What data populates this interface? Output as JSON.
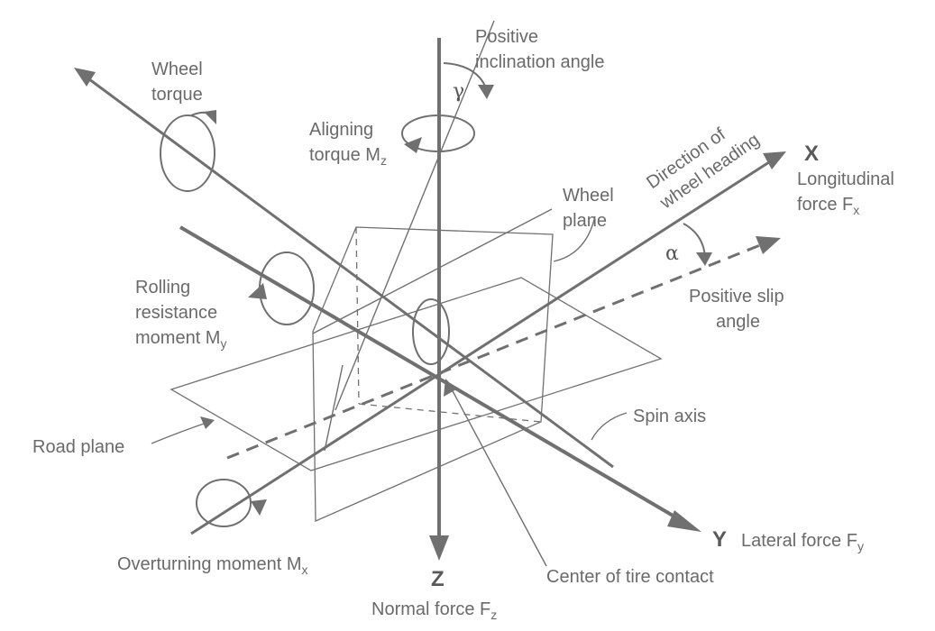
{
  "labels": {
    "positive_inclination": [
      "Positive",
      "inclination angle"
    ],
    "wheel_torque": [
      "Wheel",
      "torque"
    ],
    "aligning_torque": [
      "Aligning",
      "torque M"
    ],
    "aligning_sub": "z",
    "direction_heading": [
      "Direction of",
      "wheel heading"
    ],
    "longitudinal_force": [
      "Longitudinal",
      "force F"
    ],
    "longitudinal_sub": "x",
    "wheel_plane": [
      "Wheel",
      "plane"
    ],
    "rolling_resistance": [
      "Rolling",
      "resistance",
      "moment M"
    ],
    "rolling_sub": "y",
    "positive_slip": [
      "Positive slip",
      "angle"
    ],
    "spin_axis": "Spin axis",
    "road_plane": "Road plane",
    "overturning": "Overturning moment M",
    "overturning_sub": "x",
    "lateral_force": "Lateral force F",
    "lateral_sub": "y",
    "center_contact": "Center of tire contact",
    "normal_force": "Normal force F",
    "normal_sub": "z"
  },
  "axes": {
    "x": "X",
    "y": "Y",
    "z": "Z"
  },
  "angles": {
    "gamma": "γ",
    "alpha": "α"
  }
}
